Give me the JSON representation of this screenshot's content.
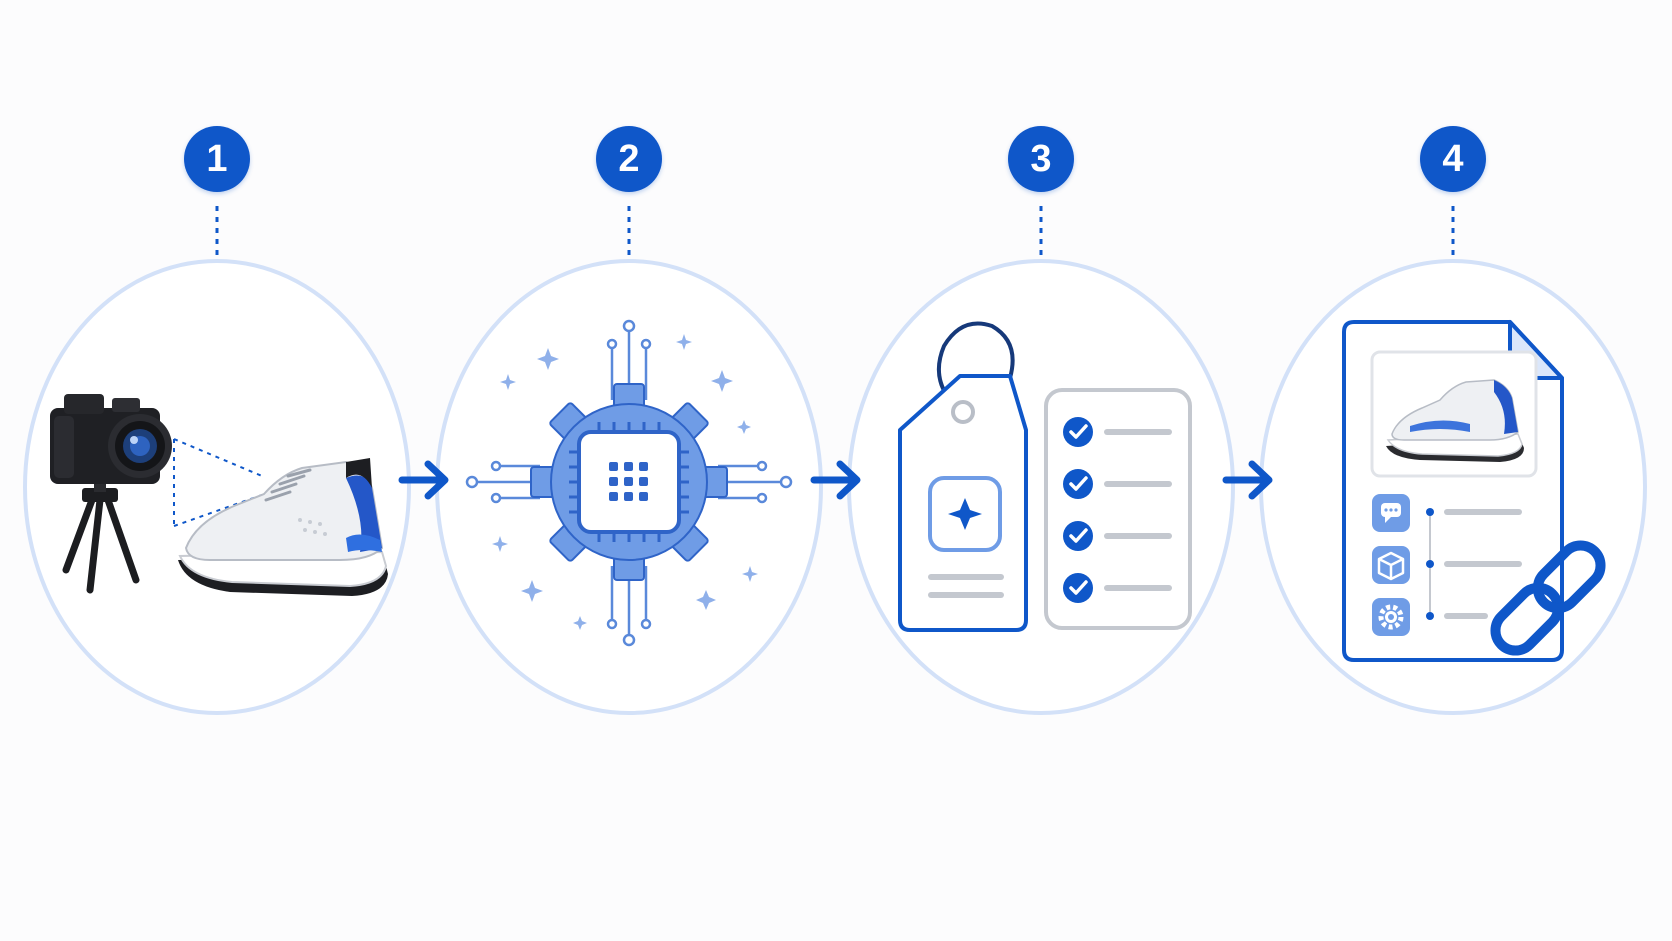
{
  "steps": [
    {
      "number": "1",
      "icon": "camera-tripod-sneaker-icon"
    },
    {
      "number": "2",
      "icon": "ai-chip-gear-icon"
    },
    {
      "number": "3",
      "icon": "tag-checklist-icon"
    },
    {
      "number": "4",
      "icon": "product-document-link-icon"
    }
  ],
  "colors": {
    "primary": "#0f57c9",
    "light": "#6f9ce6",
    "pale": "#dbe7fb",
    "ring": "#d3e1f8",
    "gray": "#c4c8cf"
  }
}
